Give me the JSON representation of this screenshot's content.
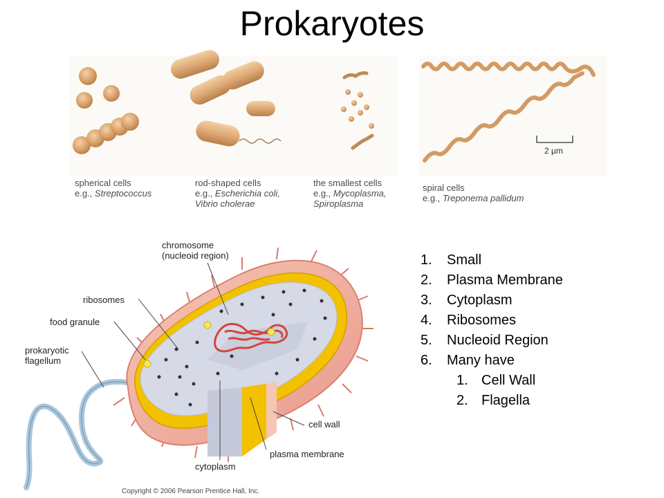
{
  "title": "Prokaryotes",
  "cell_types": [
    {
      "name": "spherical cells",
      "eg": "e.g., ",
      "examples": "Streptococcus"
    },
    {
      "name": "rod-shaped cells",
      "eg": "e.g., ",
      "examples": "Escherichia coli,",
      "examples2": "Vibrio cholerae"
    },
    {
      "name": "the smallest cells",
      "eg": "e.g., ",
      "examples": "Mycoplasma,",
      "examples2": "Spiroplasma"
    },
    {
      "name": "spiral cells",
      "eg": "e.g., ",
      "examples": "Treponema pallidum"
    }
  ],
  "scale_bar": "2 µm",
  "diagram_labels": {
    "chromosome": "chromosome",
    "nucleoid": "(nucleoid region)",
    "ribosomes": "ribosomes",
    "food_granule": "food granule",
    "flagellum1": "prokaryotic",
    "flagellum2": "flagellum",
    "cell_wall": "cell wall",
    "cytoplasm": "cytoplasm",
    "plasma_membrane": "plasma membrane"
  },
  "features": [
    {
      "n": "1.",
      "text": "Small"
    },
    {
      "n": "2.",
      "text": "Plasma Membrane"
    },
    {
      "n": "3.",
      "text": "Cytoplasm"
    },
    {
      "n": "4.",
      "text": "Ribosomes"
    },
    {
      "n": "5.",
      "text": "Nucleoid Region"
    },
    {
      "n": "6.",
      "text": "Many have"
    }
  ],
  "sub_features": [
    {
      "n": "1.",
      "text": "Cell Wall"
    },
    {
      "n": "2.",
      "text": "Flagella"
    }
  ],
  "copyright": "Copyright © 2006 Pearson Prentice Hall, Inc.",
  "colors": {
    "cell_tan": "#d9a06a",
    "cell_outer": "#f2b9a6",
    "membrane": "#f2c100",
    "cytoplasm": "#d6d9e6",
    "chromosome": "#d4453b",
    "flagellum": "#a9c7dc"
  }
}
